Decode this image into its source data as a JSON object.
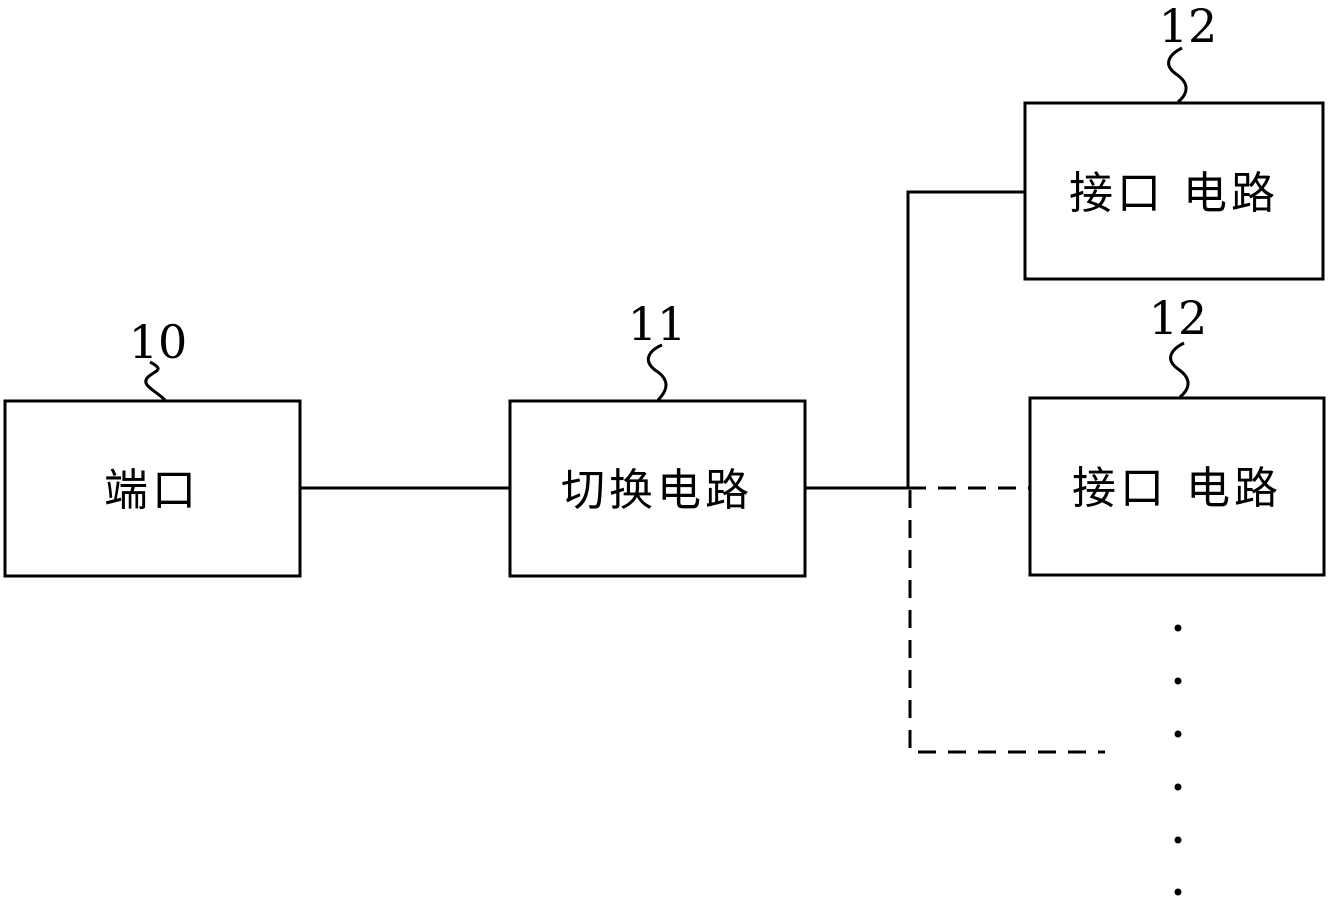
{
  "blocks": {
    "port": {
      "ref": "10",
      "label": "端口"
    },
    "switch": {
      "ref": "11",
      "label": "切换电路"
    },
    "interface_1": {
      "ref": "12",
      "label": "接口 电路"
    },
    "interface_2": {
      "ref": "12",
      "label": "接口 电路"
    }
  }
}
